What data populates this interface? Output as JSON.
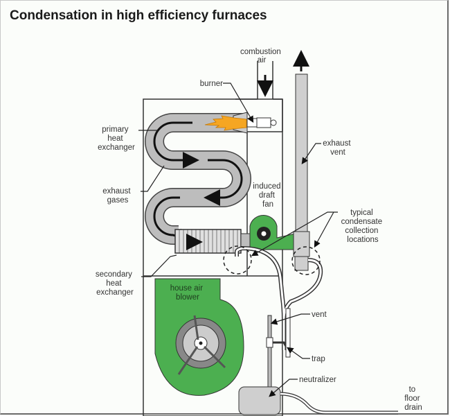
{
  "title": "Condensation in high efficiency furnaces",
  "labels": {
    "combustion_air": [
      "combustion",
      "air"
    ],
    "burner": [
      "burner"
    ],
    "primary_heat_exchanger": [
      "primary",
      "heat",
      "exchanger"
    ],
    "exhaust_gases": [
      "exhaust",
      "gases"
    ],
    "exhaust_vent": [
      "exhaust",
      "vent"
    ],
    "induced_draft_fan": [
      "induced",
      "draft",
      "fan"
    ],
    "typical_condensate": [
      "typical",
      "condensate",
      "collection",
      "locations"
    ],
    "secondary_heat_exchanger": [
      "secondary",
      "heat",
      "exchanger"
    ],
    "house_air_blower": [
      "house air",
      "blower"
    ],
    "vent": [
      "vent"
    ],
    "trap": [
      "trap"
    ],
    "neutralizer": [
      "neutralizer"
    ],
    "to_floor_drain": [
      "to",
      "floor",
      "drain"
    ]
  },
  "colors": {
    "green": "#4caf50",
    "gray_pipe": "#bdbdbd",
    "flame": "#f5a623",
    "line": "#222222"
  }
}
